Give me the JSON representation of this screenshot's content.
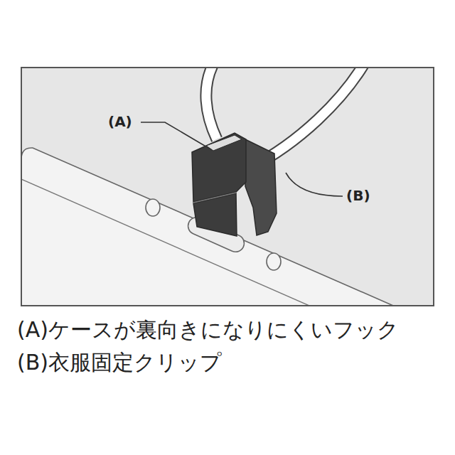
{
  "diagram": {
    "labels": [
      "(A)",
      "(B)",
      "(A)ケースが裏向きになりにくいフック",
      "(B)衣服固定クリップ"
    ]
  }
}
